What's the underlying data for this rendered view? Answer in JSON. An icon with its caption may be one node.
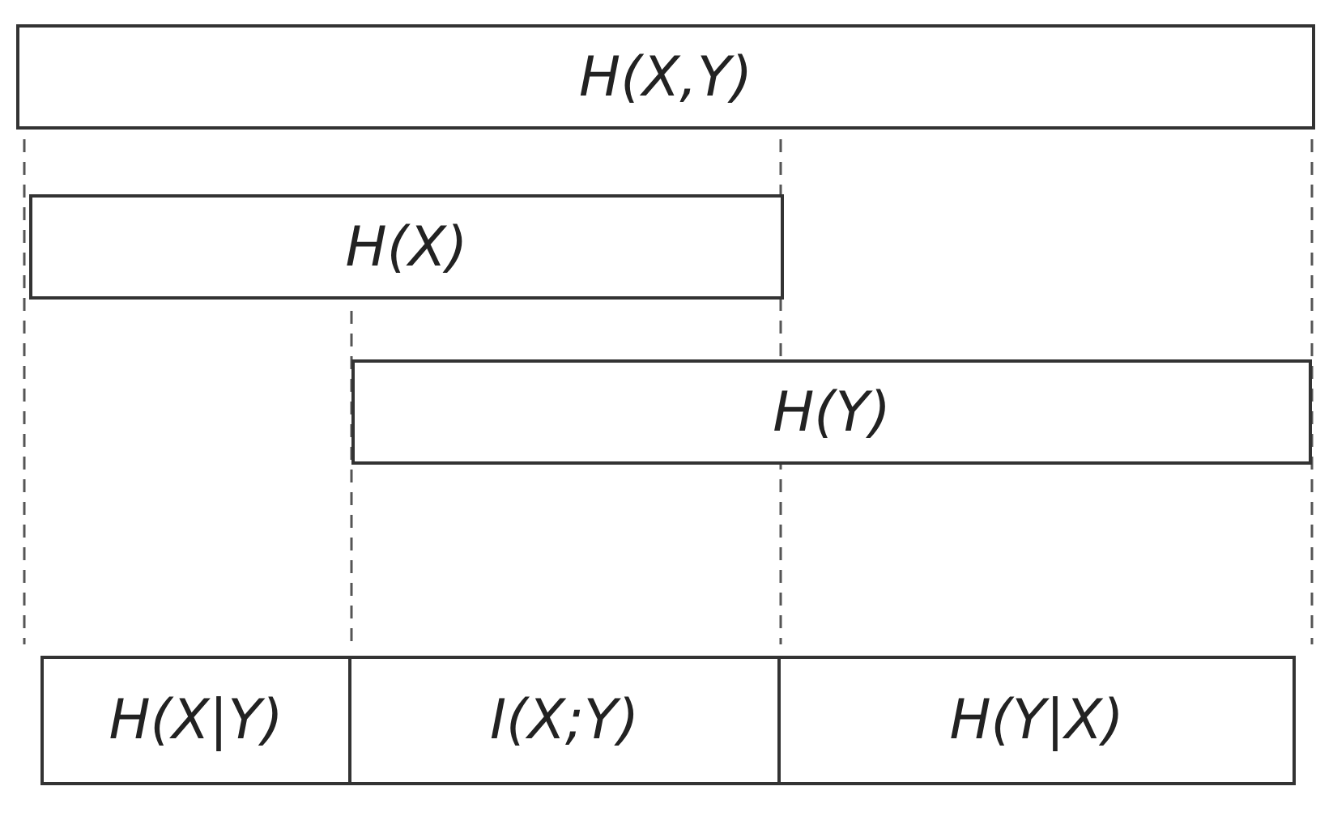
{
  "diagram": {
    "nodes": [
      {
        "text": [
          "H(X,Y)"
        ]
      },
      {
        "text": [
          "H(X)"
        ]
      },
      {
        "text": [
          "H(Y)"
        ]
      },
      {
        "text": [
          "H(X|Y)"
        ]
      },
      {
        "text": [
          "I(X;Y)"
        ]
      },
      {
        "text": [
          "H(Y|X)"
        ]
      }
    ]
  }
}
